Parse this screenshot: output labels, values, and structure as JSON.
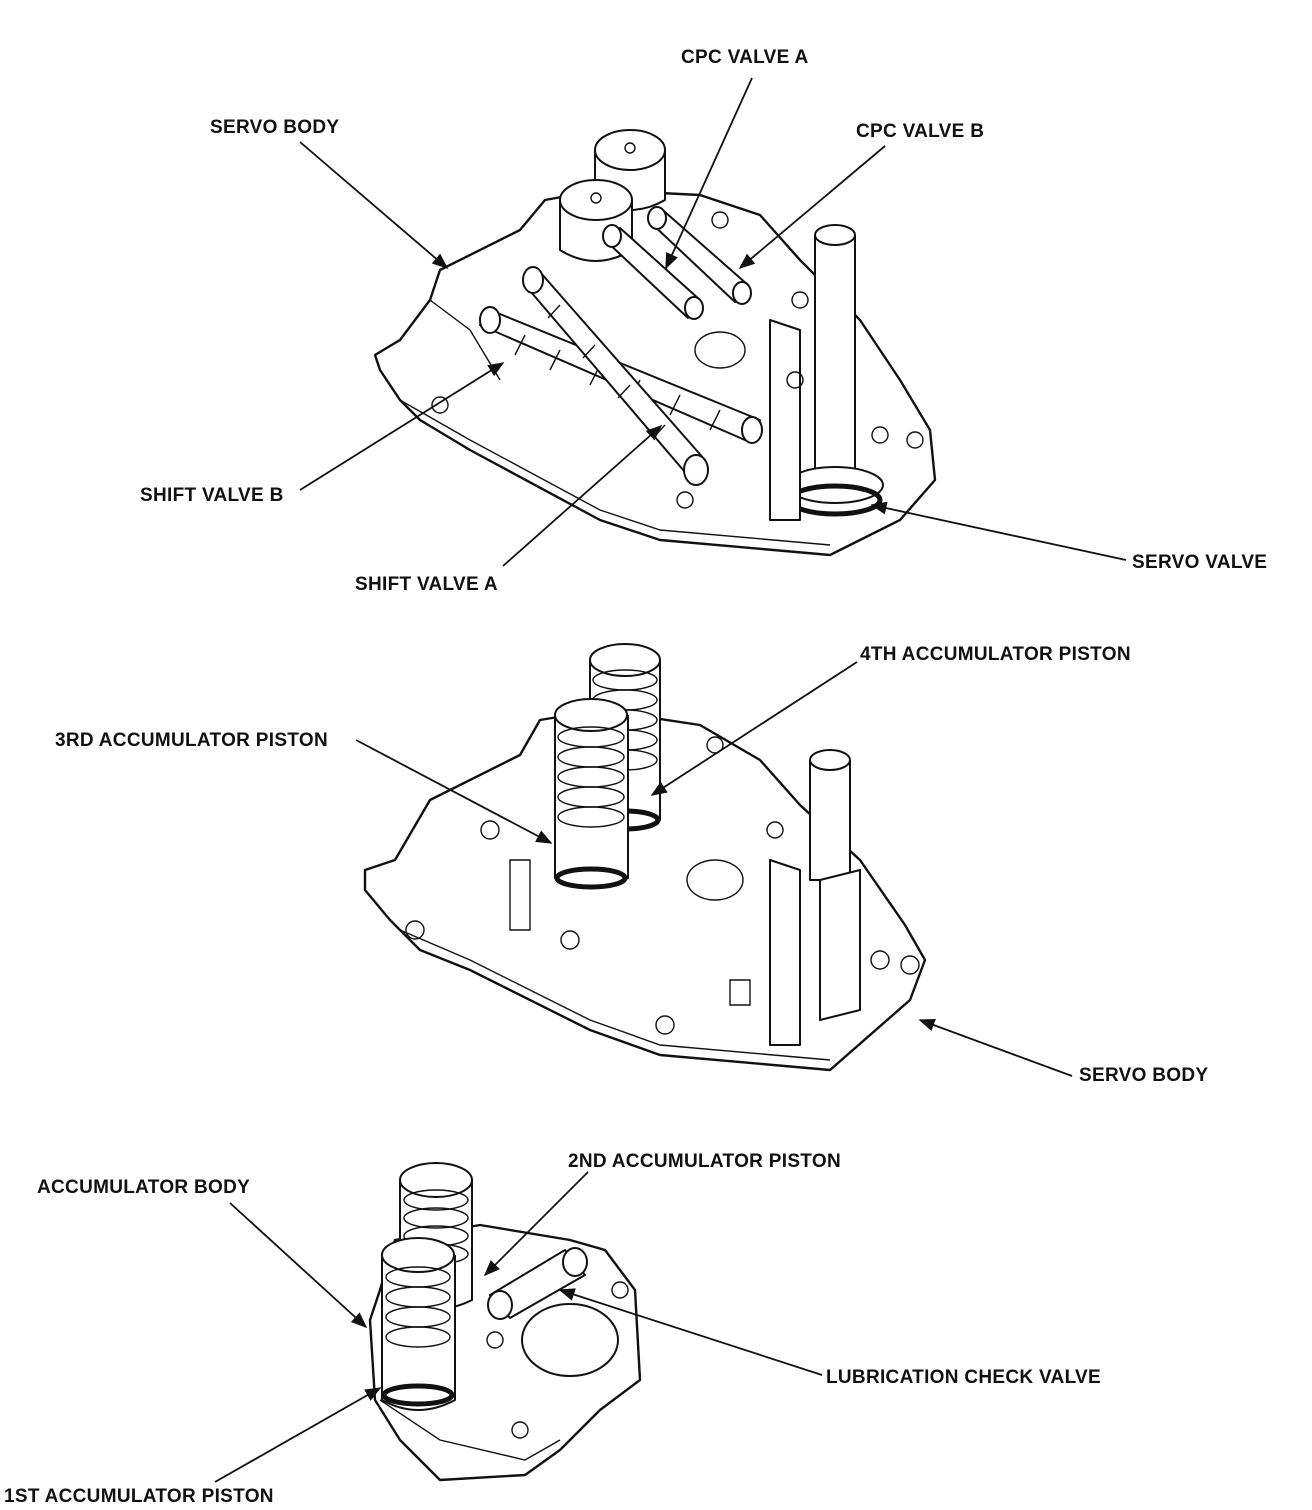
{
  "diagram": {
    "labels": {
      "cpc_valve_a": "CPC VALVE A",
      "servo_body_top": "SERVO BODY",
      "cpc_valve_b": "CPC VALVE B",
      "shift_valve_b": "SHIFT VALVE B",
      "servo_valve": "SERVO VALVE",
      "shift_valve_a": "SHIFT VALVE A",
      "accum_4th": "4TH ACCUMULATOR PISTON",
      "accum_3rd": "3RD ACCUMULATOR PISTON",
      "servo_body_mid": "SERVO BODY",
      "accum_2nd": "2ND ACCUMULATOR PISTON",
      "accumulator_body": "ACCUMULATOR BODY",
      "lubrication_check_valve": "LUBRICATION CHECK VALVE",
      "accum_1st": "1ST ACCUMULATOR PISTON"
    }
  }
}
